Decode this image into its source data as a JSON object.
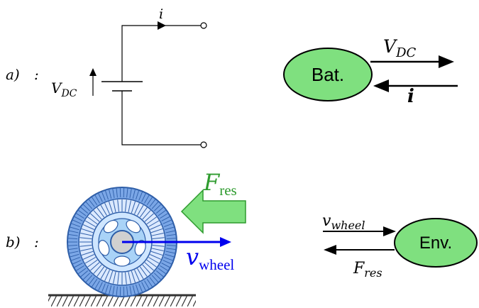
{
  "part_a": {
    "label": "a)",
    "colon": ":",
    "voltage_label": "V",
    "voltage_sub": "DC",
    "current_label": "i",
    "block_label": "Bat.",
    "output_label": "V",
    "output_sub": "DC",
    "input_label": "i",
    "block_color": "#7fe07f"
  },
  "part_b": {
    "label": "b)",
    "colon": ":",
    "force_label": "F",
    "force_sub": "res",
    "speed_label": "v",
    "speed_sub": "wheel",
    "block_label": "Env.",
    "input_label": "v",
    "input_sub": "wheel",
    "output_label": "F",
    "output_sub": "res",
    "block_color": "#7fe07f",
    "force_color": "#2e9b2e",
    "speed_color": "#0000ee"
  }
}
